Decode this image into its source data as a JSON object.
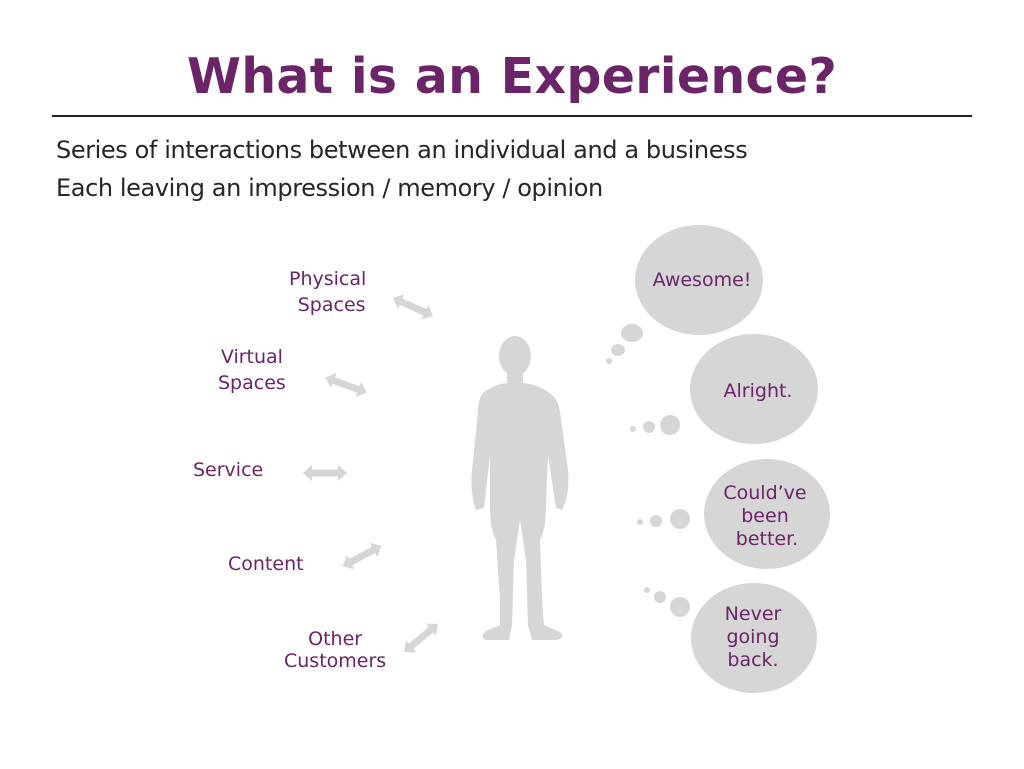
{
  "slide": {
    "title": "What is an Experience?",
    "bullets": [
      "Series of interactions between an individual and a business",
      "Each leaving an impression / memory / opinion"
    ]
  },
  "touchpoints": [
    {
      "lines": [
        "Physical",
        "Spaces"
      ]
    },
    {
      "lines": [
        "Virtual",
        "Spaces"
      ]
    },
    {
      "lines": [
        "Service"
      ]
    },
    {
      "lines": [
        "Content"
      ]
    },
    {
      "lines": [
        "Other",
        "Customers"
      ]
    }
  ],
  "thoughts": [
    {
      "lines": [
        "Awesome!"
      ]
    },
    {
      "lines": [
        "Alright."
      ]
    },
    {
      "lines": [
        "Could’ve",
        "been",
        "better."
      ]
    },
    {
      "lines": [
        "Never",
        "going",
        "back."
      ]
    }
  ],
  "colors": {
    "accent": "#6b2467",
    "shape_gray": "#d6d6d6",
    "text": "#262626"
  },
  "icons": {
    "person": "person-silhouette-icon",
    "arrow": "double-arrow-icon",
    "bubble": "thought-bubble-icon"
  }
}
